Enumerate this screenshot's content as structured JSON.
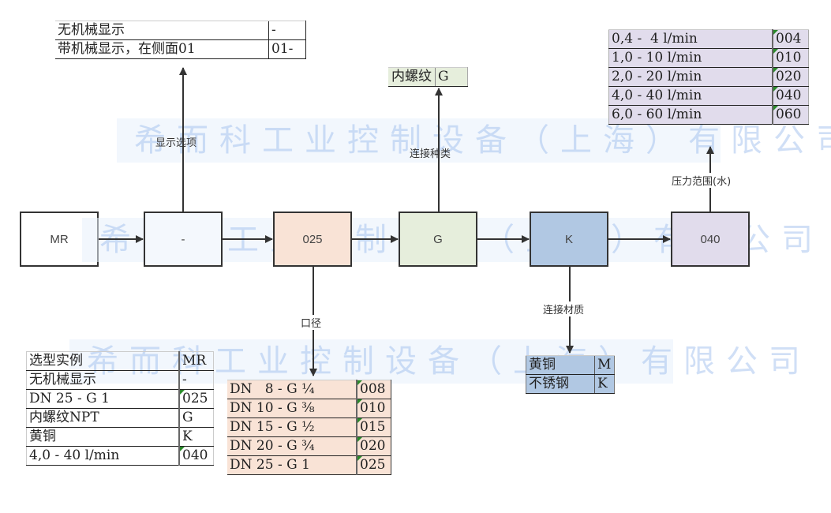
{
  "watermark": "希而科工业控制设备（上海）有限公司",
  "colors": {
    "box_mr": "#ffffff",
    "box_display": "#f4f8fd",
    "box_size": "#f9e3d6",
    "box_connection": "#e6eedc",
    "box_material": "#b1c8e3",
    "box_pressure": "#e1dcec",
    "stroke": "#333333"
  },
  "flow": {
    "boxes": [
      {
        "id": "mr",
        "label": "MR"
      },
      {
        "id": "display",
        "label": "-"
      },
      {
        "id": "size",
        "label": "025"
      },
      {
        "id": "connection",
        "label": "G"
      },
      {
        "id": "material",
        "label": "K"
      },
      {
        "id": "pressure",
        "label": "040"
      }
    ],
    "branch_labels": {
      "display": "显示选项",
      "connection": "连接种类",
      "pressure": "压力范围(水)",
      "size": "口径",
      "material": "连接材质"
    }
  },
  "tables": {
    "display_options": [
      {
        "desc": "无机械显示",
        "code": "-"
      },
      {
        "desc": "带机械显示，在侧面01",
        "code": "01-"
      }
    ],
    "connection_types": [
      {
        "desc": "内螺纹",
        "code": "G"
      }
    ],
    "pressure_ranges": [
      {
        "desc": "0,4 -  4 l/min",
        "code": "004"
      },
      {
        "desc": "1,0 - 10 l/min",
        "code": "010"
      },
      {
        "desc": "2,0 - 20 l/min",
        "code": "020"
      },
      {
        "desc": "4,0 - 40 l/min",
        "code": "040"
      },
      {
        "desc": "6,0 - 60 l/min",
        "code": "060"
      }
    ],
    "sizes": [
      {
        "desc": "DN   8 - G ¼",
        "code": "008"
      },
      {
        "desc": "DN 10 - G ⅜",
        "code": "010"
      },
      {
        "desc": "DN 15 - G ½",
        "code": "015"
      },
      {
        "desc": "DN 20 - G ¾",
        "code": "020"
      },
      {
        "desc": "DN 25 - G 1",
        "code": "025"
      }
    ],
    "materials": [
      {
        "desc": "黄铜",
        "code": "M"
      },
      {
        "desc": "不锈钢",
        "code": "K"
      }
    ],
    "example": [
      {
        "desc": "选型实例",
        "code": "MR"
      },
      {
        "desc": "无机械显示",
        "code": "-"
      },
      {
        "desc": "DN 25 - G 1",
        "code": "025"
      },
      {
        "desc": "内螺纹NPT",
        "code": "G"
      },
      {
        "desc": "黄铜",
        "code": "K"
      },
      {
        "desc": "4,0 - 40 l/min",
        "code": "040"
      }
    ]
  }
}
